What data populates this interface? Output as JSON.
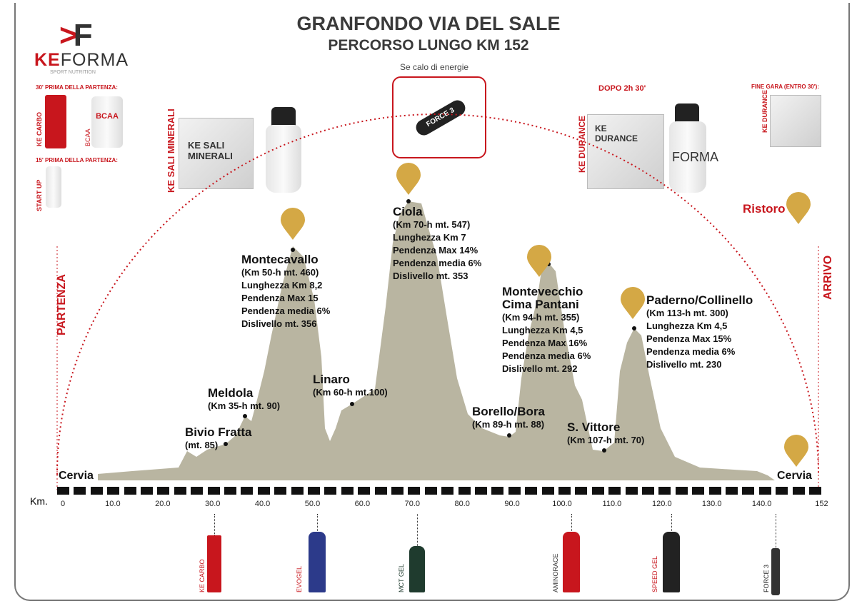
{
  "header": {
    "title": "GRANFONDO VIA DEL SALE",
    "subtitle": "PERCORSO LUNGO KM 152",
    "energy_note": "Se calo di energie"
  },
  "brand": {
    "mark": "KF",
    "name_ke": "KE",
    "name_forma": "FORMA",
    "tagline": "SPORT NUTRITION"
  },
  "pre_race": {
    "label_30": "30' PRIMA DELLA PARTENZA:",
    "products_30": [
      "KE CARBO",
      "BCAA"
    ],
    "label_15": "15' PRIMA DELLA PARTENZA:",
    "products_15": [
      "START UP"
    ]
  },
  "top_products": {
    "left": "KE SALI MINERALI",
    "center": "FORCE 3",
    "right_label": "DOPO 2h 30'",
    "right": "KE DURANCE",
    "finish_label": "FINE GARA (ENTRO 30'):",
    "finish": "KE DURANCE"
  },
  "legend": {
    "ristoro": "Ristoro"
  },
  "sides": {
    "start": "PARTENZA",
    "end": "ARRIVO",
    "start_town": "Cervia",
    "end_town": "Cervia"
  },
  "climbs": [
    {
      "name": "Montecavallo",
      "lines": [
        "(Km 50-h mt. 460)",
        "Lunghezza Km 8,2",
        "Pendenza Max 15",
        "Pendenza media 6%",
        "Dislivello mt. 356"
      ]
    },
    {
      "name": "Ciola",
      "lines": [
        "(Km 70-h mt. 547)",
        "Lunghezza Km 7",
        "Pendenza Max 14%",
        "Pendenza media 6%",
        "Dislivello mt. 353"
      ]
    },
    {
      "name": "Montevecchio",
      "name2": "Cima Pantani",
      "lines": [
        "(Km 94-h mt. 355)",
        "Lunghezza Km 4,5",
        "Pendenza Max 16%",
        "Pendenza media 6%",
        "Dislivello mt. 292"
      ]
    },
    {
      "name": "Paderno/Collinello",
      "lines": [
        "(Km 113-h mt. 300)",
        "Lunghezza Km 4,5",
        "Pendenza Max 15%",
        "Pendenza media 6%",
        "Dislivello mt. 230"
      ]
    }
  ],
  "waypoints": [
    {
      "name": "Bivio Fratta",
      "detail": "(mt. 85)"
    },
    {
      "name": "Meldola",
      "detail": "(Km 35-h mt. 90)"
    },
    {
      "name": "Linaro",
      "detail": "(Km 60-h mt.100)"
    },
    {
      "name": "Borello/Bora",
      "detail": "(Km 89-h mt. 88)"
    },
    {
      "name": "S. Vittore",
      "detail": "(Km 107-h mt. 70)"
    }
  ],
  "axis": {
    "label": "Km.",
    "ticks": [
      "0",
      "10.0",
      "20.0",
      "30.0",
      "40.0",
      "50.0",
      "60.0",
      "70.0",
      "80.0",
      "90.0",
      "100.0",
      "110.0",
      "120.0",
      "130.0",
      "140.0",
      "152"
    ]
  },
  "on_route_products": [
    "KE CARBO",
    "EVOGEL",
    "MCT GEL",
    "AMINORACE",
    "SPEED GEL",
    "FORCE 3"
  ],
  "colors": {
    "red": "#c8161d",
    "profile": "#b9b5a1",
    "pin": "#d4a845"
  }
}
